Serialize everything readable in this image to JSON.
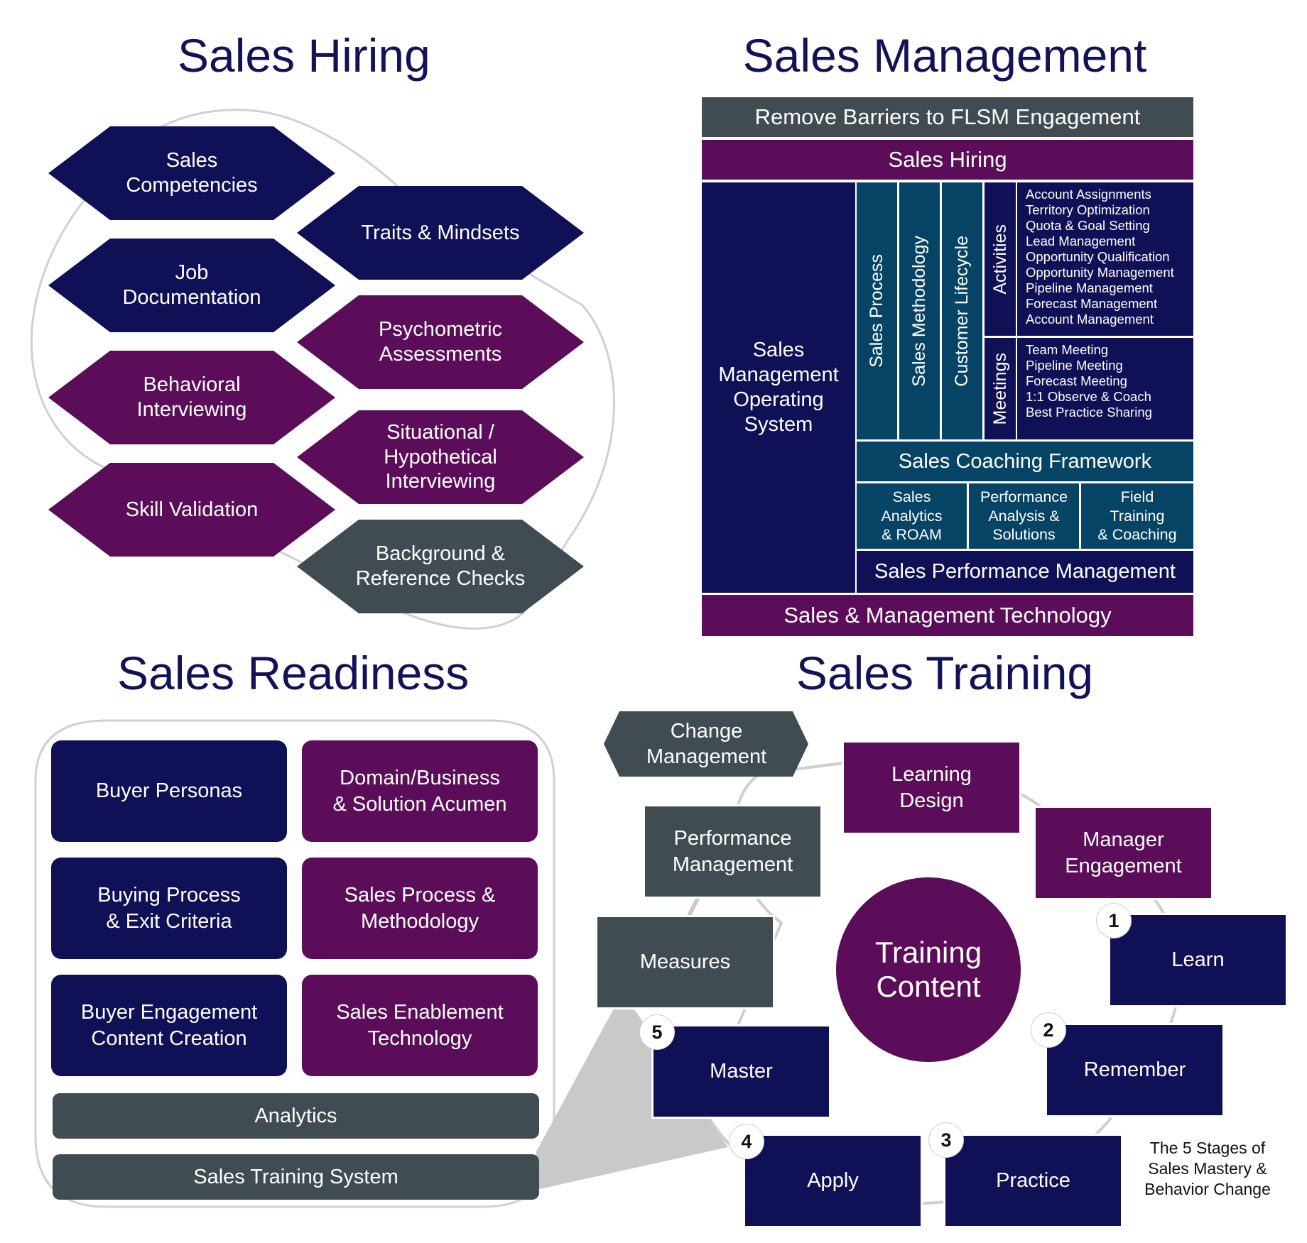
{
  "hiring": {
    "title": "Sales Hiring",
    "items": [
      "Sales\nCompetencies",
      "Traits & Mindsets",
      "Job\nDocumentation",
      "Psychometric\nAssessments",
      "Behavioral\nInterviewing",
      "Situational /\nHypothetical\nInterviewing",
      "Skill Validation",
      "Background &\nReference Checks"
    ]
  },
  "management": {
    "title": "Sales Management",
    "remove_barriers": "Remove Barriers to FLSM Engagement",
    "sales_hiring": "Sales Hiring",
    "operating_system": "Sales\nManagement\nOperating\nSystem",
    "vertical": [
      "Sales Process",
      "Sales Methodology",
      "Customer Lifecycle"
    ],
    "activities_label": "Activities",
    "activities": "Account Assignments\nTerritory Optimization\nQuota & Goal Setting\nLead Management\nOpportunity Qualification\nOpportunity Management\nPipeline Management\nForecast Management\nAccount Management",
    "meetings_label": "Meetings",
    "meetings": "Team Meeting\nPipeline Meeting\nForecast Meeting\n1:1 Observe & Coach\nBest Practice Sharing",
    "coaching_framework": "Sales Coaching Framework",
    "sub_boxes": [
      "Sales\nAnalytics\n& ROAM",
      "Performance\nAnalysis &\nSolutions",
      "Field\nTraining\n& Coaching"
    ],
    "performance_management": "Sales Performance Management",
    "technology": "Sales & Management Technology"
  },
  "readiness": {
    "title": "Sales Readiness",
    "items": [
      "Buyer Personas",
      "Domain/Business\n& Solution Acumen",
      "Buying Process\n& Exit Criteria",
      "Sales Process &\nMethodology",
      "Buyer Engagement\nContent Creation",
      "Sales Enablement\nTechnology"
    ],
    "analytics": "Analytics",
    "training_system": "Sales Training System"
  },
  "training": {
    "title": "Sales Training",
    "change_management": "Change\nManagement",
    "learning_design": "Learning\nDesign",
    "manager_engagement": "Manager\nEngagement",
    "performance_management": "Performance\nManagement",
    "measures": "Measures",
    "center": "Training\nContent",
    "stages": [
      {
        "num": "1",
        "label": "Learn"
      },
      {
        "num": "2",
        "label": "Remember"
      },
      {
        "num": "3",
        "label": "Practice"
      },
      {
        "num": "4",
        "label": "Apply"
      },
      {
        "num": "5",
        "label": "Master"
      }
    ],
    "caption": "The 5 Stages of\nSales Mastery &\nBehavior Change"
  },
  "colors": {
    "navy": "#0f1056",
    "purple": "#5b0d59",
    "gray": "#404c52",
    "teal": "#064466",
    "title": "#131257"
  }
}
